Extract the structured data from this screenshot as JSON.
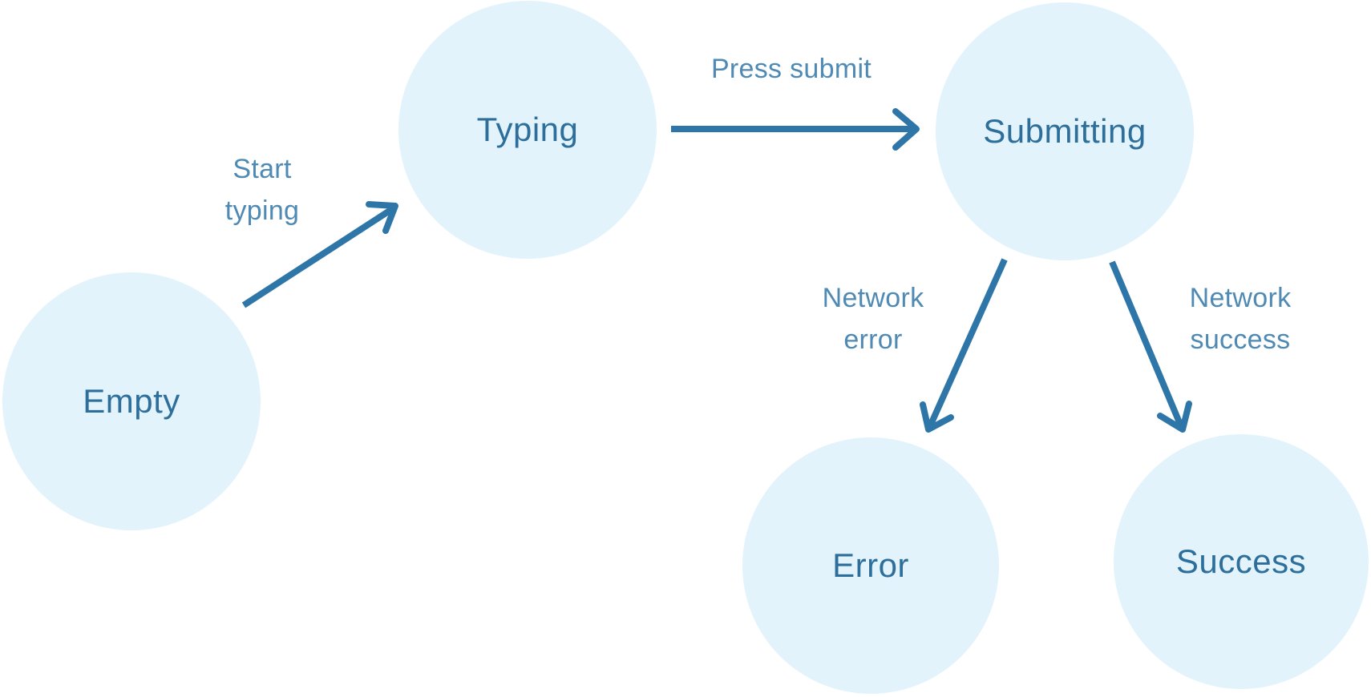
{
  "diagram": {
    "type": "state-machine",
    "nodes": [
      {
        "id": "empty",
        "label": "Empty"
      },
      {
        "id": "typing",
        "label": "Typing"
      },
      {
        "id": "submitting",
        "label": "Submitting"
      },
      {
        "id": "error",
        "label": "Error"
      },
      {
        "id": "success",
        "label": "Success"
      }
    ],
    "edges": [
      {
        "id": "start-typing",
        "label": "Start typing",
        "from": "empty",
        "to": "typing"
      },
      {
        "id": "press-submit",
        "label": "Press submit",
        "from": "typing",
        "to": "submitting"
      },
      {
        "id": "network-error",
        "label": "Network error",
        "from": "submitting",
        "to": "error"
      },
      {
        "id": "network-success",
        "label": "Network success",
        "from": "submitting",
        "to": "success"
      }
    ]
  },
  "colors": {
    "background": "#ffffff",
    "node_fill": "#e2f3fc",
    "node_text": "#2d6f9a",
    "arrow": "#2e76a8",
    "edge_text": "#4e8ab3"
  }
}
